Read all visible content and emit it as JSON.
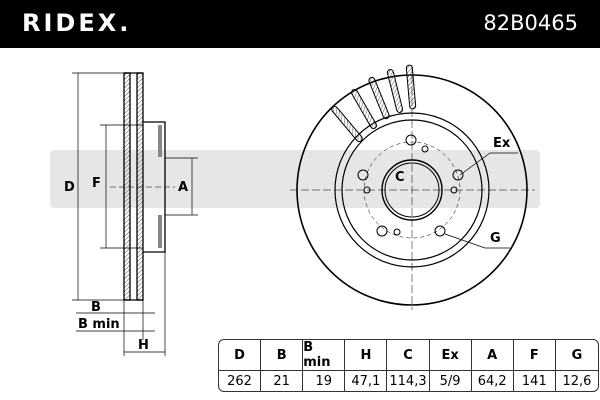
{
  "header": {
    "brand": "RIDEX.",
    "part_number": "82B0465"
  },
  "labels": {
    "D": "D",
    "F": "F",
    "A": "A",
    "B": "B",
    "B_min": "B min",
    "H": "H",
    "C": "C",
    "Ex": "Ex",
    "G": "G"
  },
  "table": {
    "headers": [
      "D",
      "B",
      "B min",
      "H",
      "C",
      "Ex",
      "A",
      "F",
      "G"
    ],
    "values": [
      "262",
      "21",
      "19",
      "47,1",
      "114,3",
      "5/9",
      "64,2",
      "141",
      "12,6"
    ]
  }
}
